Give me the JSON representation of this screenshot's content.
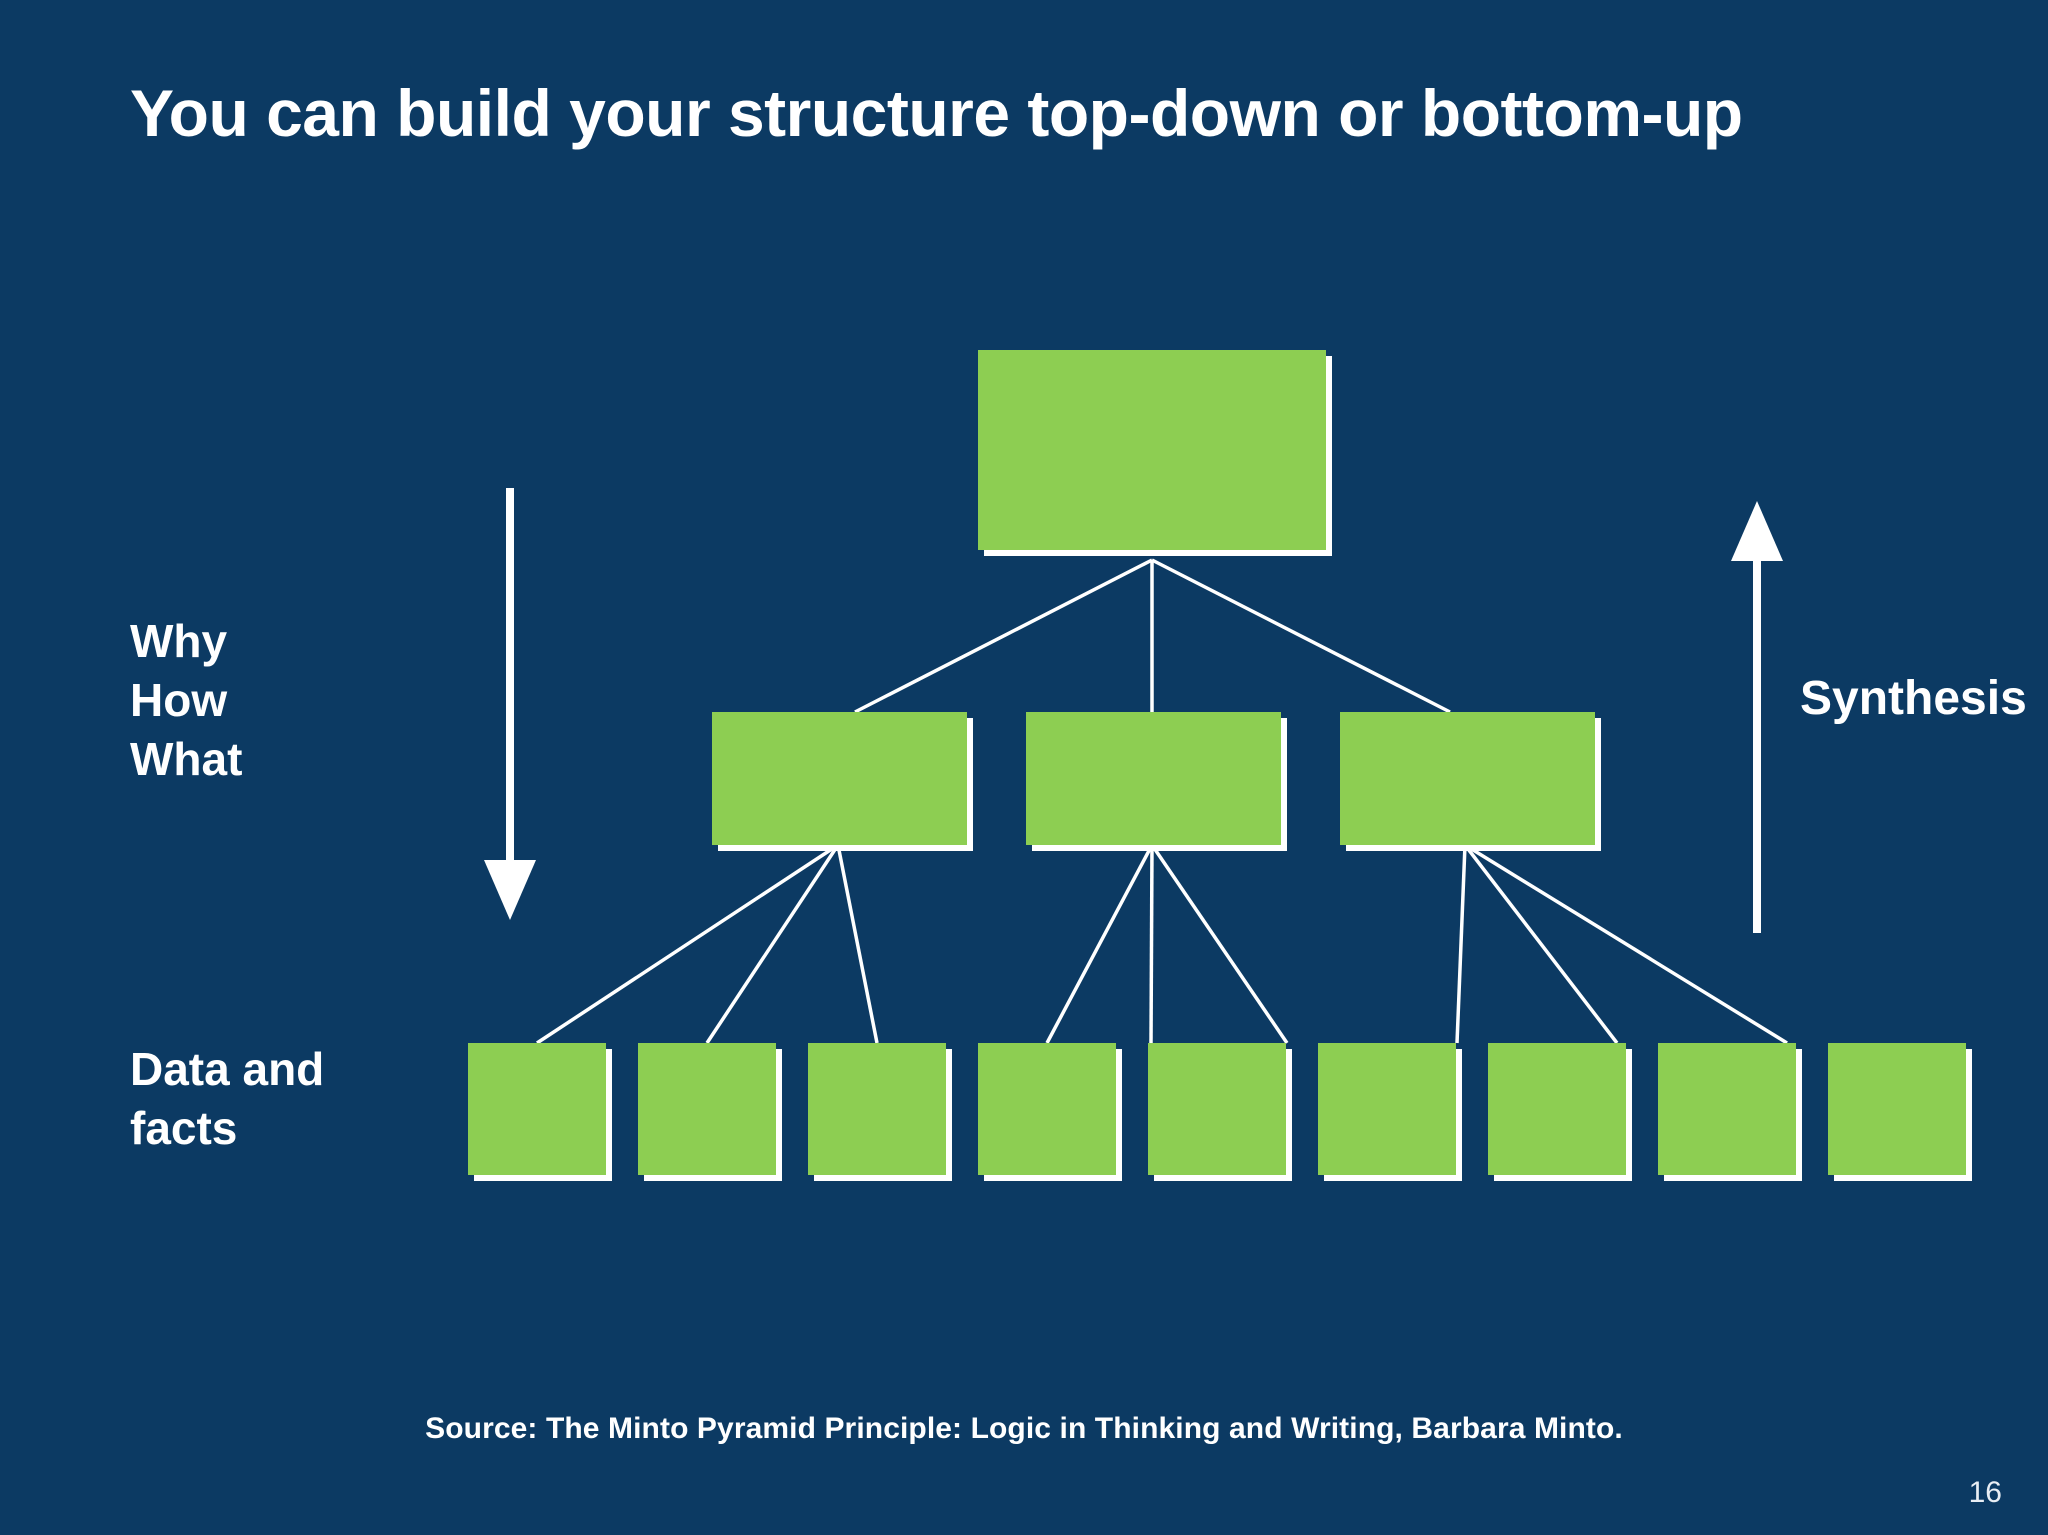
{
  "slide": {
    "title": "You can build your structure top-down or bottom-up",
    "page_number": "16",
    "background_color": "#0c3a63",
    "accent_color": "#8dce52",
    "text_color": "#ffffff",
    "source": "Source: The Minto Pyramid Principle: Logic in Thinking and  Writing, Barbara Minto."
  },
  "labels": {
    "left_top": "Why\nHow\nWhat",
    "left_bottom": "Data and\nfacts",
    "right": "Synthesis"
  },
  "arrows": {
    "down": {
      "name": "down-arrow",
      "direction": "down",
      "meaning": "top-down"
    },
    "up": {
      "name": "up-arrow",
      "direction": "up",
      "meaning": "bottom-up"
    }
  },
  "diagram": {
    "type": "pyramid-tree",
    "levels": [
      {
        "name": "governing-thought",
        "count": 1,
        "nodes": [
          {
            "label": ""
          }
        ]
      },
      {
        "name": "key-lines",
        "count": 3,
        "nodes": [
          {
            "label": ""
          },
          {
            "label": ""
          },
          {
            "label": ""
          }
        ]
      },
      {
        "name": "supporting-data",
        "count": 9,
        "nodes": [
          {
            "label": ""
          },
          {
            "label": ""
          },
          {
            "label": ""
          },
          {
            "label": ""
          },
          {
            "label": ""
          },
          {
            "label": ""
          },
          {
            "label": ""
          },
          {
            "label": ""
          },
          {
            "label": ""
          }
        ]
      }
    ]
  }
}
